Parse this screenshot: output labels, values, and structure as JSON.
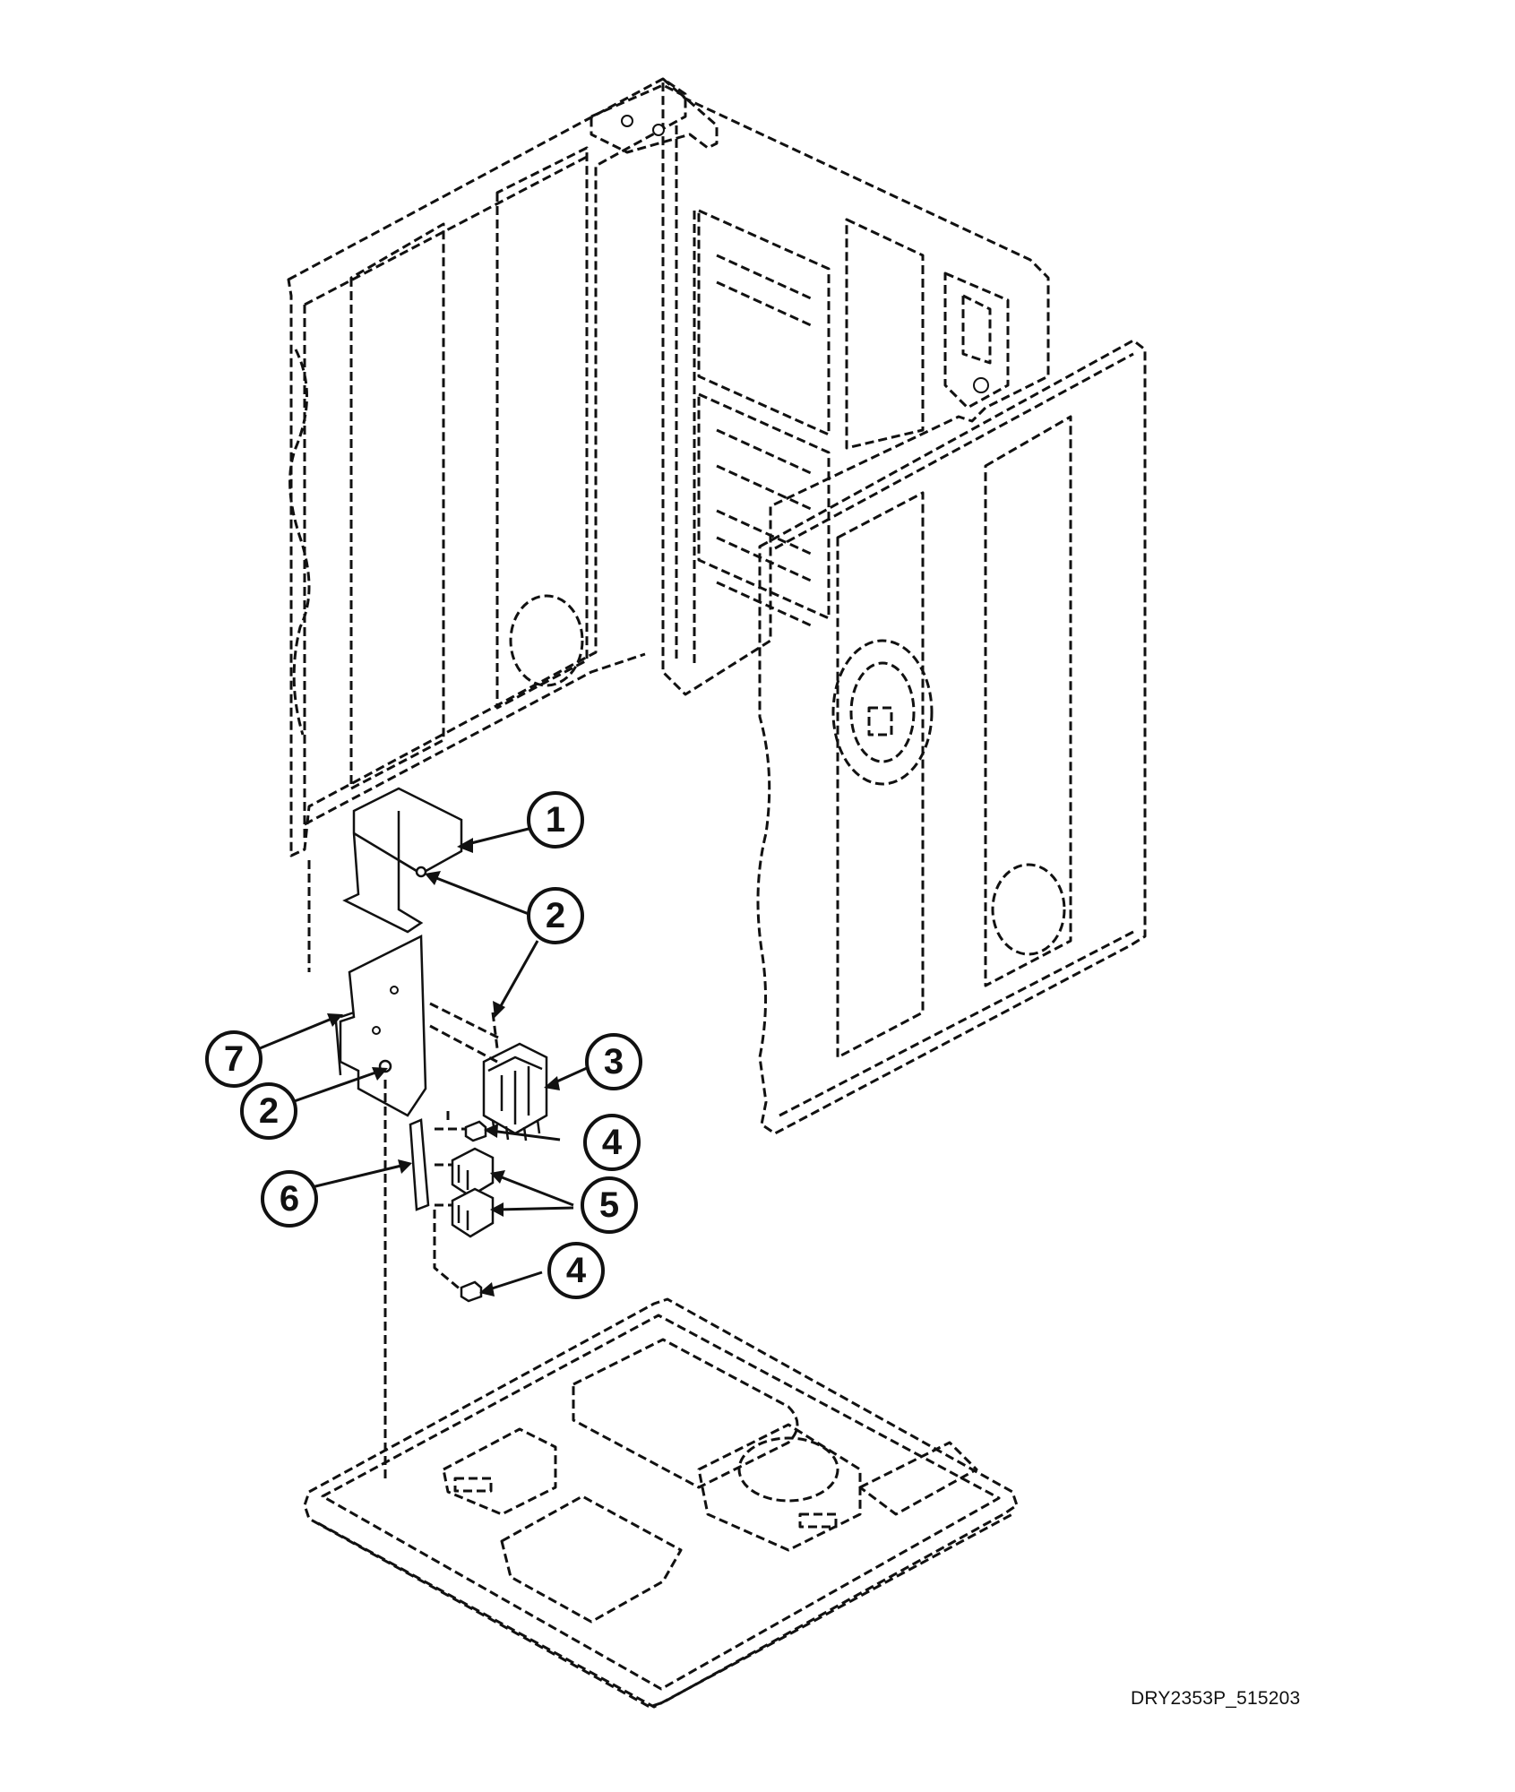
{
  "diagram": {
    "drawing_id": "DRY2353P_515203",
    "callouts": [
      {
        "id": "callout-1",
        "label": "1"
      },
      {
        "id": "callout-2-upper",
        "label": "2"
      },
      {
        "id": "callout-3",
        "label": "3"
      },
      {
        "id": "callout-7",
        "label": "7"
      },
      {
        "id": "callout-2-lower",
        "label": "2"
      },
      {
        "id": "callout-4-upper",
        "label": "4"
      },
      {
        "id": "callout-6",
        "label": "6"
      },
      {
        "id": "callout-5",
        "label": "5"
      },
      {
        "id": "callout-4-lower",
        "label": "4"
      }
    ]
  }
}
